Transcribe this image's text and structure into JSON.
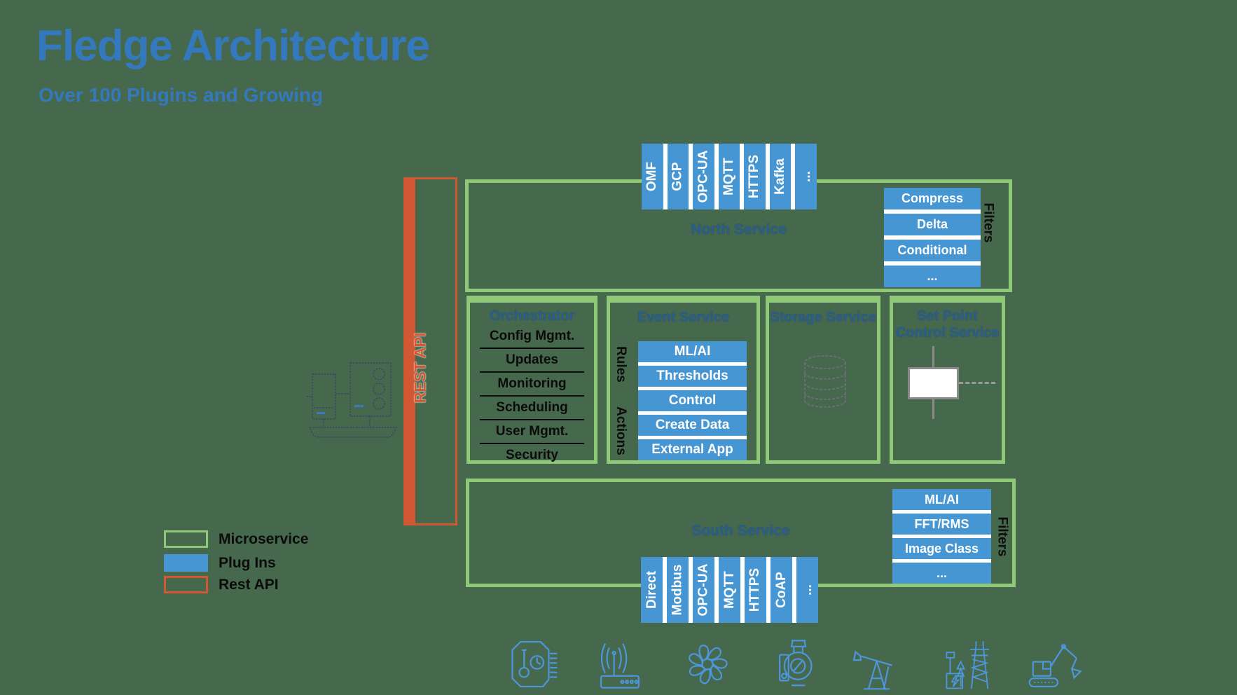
{
  "colors": {
    "background": "#46694D",
    "microservice_green": "#8FC878",
    "plugin_blue": "#4596D3",
    "rest_orange": "#D25834",
    "headline_blue": "#3478BE",
    "service_title_blue": "#2A5E8C",
    "bottom_icon_blue": "#4E96DC"
  },
  "header": {
    "title": "Fledge Architecture",
    "subtitle": "Over 100 Plugins and Growing"
  },
  "rest_api": {
    "label": "REST API"
  },
  "north": {
    "title": "North Service",
    "plugins": [
      "OMF",
      "GCP",
      "OPC-UA",
      "MQTT",
      "HTTPS",
      "Kafka",
      "..."
    ],
    "filters": [
      "Compress",
      "Delta",
      "Conditional",
      "..."
    ],
    "filters_label": "Filters"
  },
  "orchestrator": {
    "title": "Orchestrator",
    "items": [
      "Config Mgmt.",
      "Updates",
      "Monitoring",
      "Scheduling",
      "User Mgmt.",
      "Security"
    ]
  },
  "event_service": {
    "title": "Event Service",
    "rules_label": "Rules",
    "actions_label": "Actions",
    "blocks": [
      "ML/AI",
      "Thresholds",
      "Control",
      "Create Data",
      "External App"
    ]
  },
  "storage_service": {
    "title": "Storage Service"
  },
  "set_point": {
    "title_line1": "Set Point",
    "title_line2": "Control Service"
  },
  "south": {
    "title": "South Service",
    "plugins": [
      "Direct",
      "Modbus",
      "OPC-UA",
      "MQTT",
      "HTTPS",
      "CoAP",
      "..."
    ],
    "filters": [
      "ML/AI",
      "FFT/RMS",
      "Image Class",
      "..."
    ],
    "filters_label": "Filters"
  },
  "legend": {
    "microservice": "Microservice",
    "plugins": "Plug Ins",
    "rest": "Rest API"
  },
  "bottom_icons": [
    "thermostat-controller",
    "wifi-router",
    "industrial-fan",
    "water-pump",
    "oil-pumpjack",
    "power-transmission",
    "excavator"
  ]
}
